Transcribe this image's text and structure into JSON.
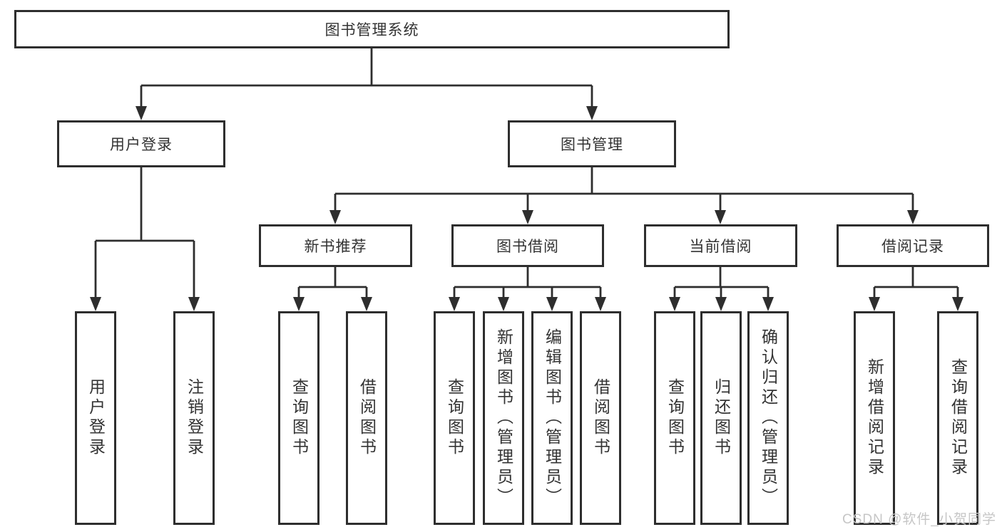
{
  "diagram": {
    "root": "图书管理系统",
    "user_login": {
      "label": "用户登录",
      "children": [
        "用户登录",
        "注销登录"
      ]
    },
    "book_management": {
      "label": "图书管理",
      "sections": [
        {
          "label": "新书推荐",
          "children": [
            "查询图书",
            "借阅图书"
          ]
        },
        {
          "label": "图书借阅",
          "children": [
            "查询图书",
            "新增图书（管理员）",
            "编辑图书（管理员）",
            "借阅图书"
          ]
        },
        {
          "label": "当前借阅",
          "children": [
            "查询图书",
            "归还图书",
            "确认归还（管理员）"
          ]
        },
        {
          "label": "借阅记录",
          "children": [
            "新增借阅记录",
            "查询借阅记录"
          ]
        }
      ]
    }
  },
  "watermark": "CSDN @软件_小贺同学",
  "colors": {
    "line": "#333333",
    "text": "#333333",
    "watermark": "#c6c6c6"
  }
}
